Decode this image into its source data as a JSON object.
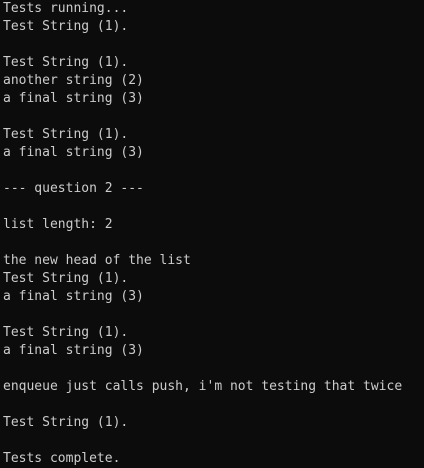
{
  "terminal": {
    "lines": [
      "Tests running...",
      "Test String (1).",
      "",
      "Test String (1).",
      "another string (2)",
      "a final string (3)",
      "",
      "Test String (1).",
      "a final string (3)",
      "",
      "--- question 2 ---",
      "",
      "list length: 2",
      "",
      "the new head of the list",
      "Test String (1).",
      "a final string (3)",
      "",
      "Test String (1).",
      "a final string (3)",
      "",
      "enqueue just calls push, i'm not testing that twice",
      "",
      "Test String (1).",
      "",
      "Tests complete."
    ]
  }
}
